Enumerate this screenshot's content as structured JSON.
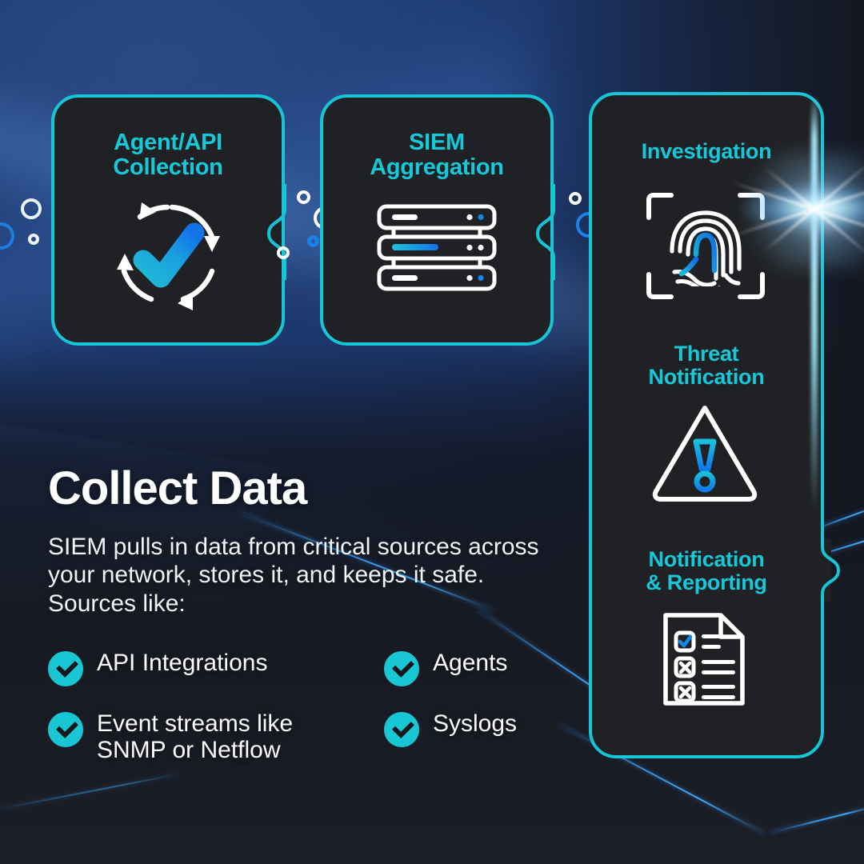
{
  "theme": {
    "accent_cyan": "#16c8d8",
    "panel_fill": "#202124",
    "panel_border": "#16c6d6",
    "text_white": "#ffffff",
    "icon_blue": "#1187e8",
    "check_bullet": "#19c6d4"
  },
  "flow": {
    "stages": [
      {
        "id": "agent-api",
        "title_line1": "Agent/API",
        "title_line2": "Collection",
        "icon": "cycle-check-icon"
      },
      {
        "id": "siem-aggregation",
        "title_line1": "SIEM",
        "title_line2": "Aggregation",
        "icon": "server-rack-icon"
      }
    ]
  },
  "right_column": {
    "sections": [
      {
        "id": "investigation",
        "title_line1": "Investigation",
        "title_line2": "",
        "icon": "fingerprint-scan-icon"
      },
      {
        "id": "threat-notification",
        "title_line1": "Threat",
        "title_line2": "Notification",
        "icon": "warning-triangle-icon"
      },
      {
        "id": "notification-reporting",
        "title_line1": "Notification",
        "title_line2": "& Reporting",
        "icon": "checklist-document-icon"
      }
    ]
  },
  "copy": {
    "headline": "Collect Data",
    "body": "SIEM pulls in data from critical sources across your network, stores it, and keeps it safe. Sources like:"
  },
  "bullets": [
    {
      "label": "API Integrations",
      "icon": "check-circle-icon"
    },
    {
      "label": "Agents",
      "icon": "check-circle-icon"
    },
    {
      "label": "Event streams like SNMP or Netflow",
      "icon": "check-circle-icon"
    },
    {
      "label": "Syslogs",
      "icon": "check-circle-icon"
    }
  ]
}
